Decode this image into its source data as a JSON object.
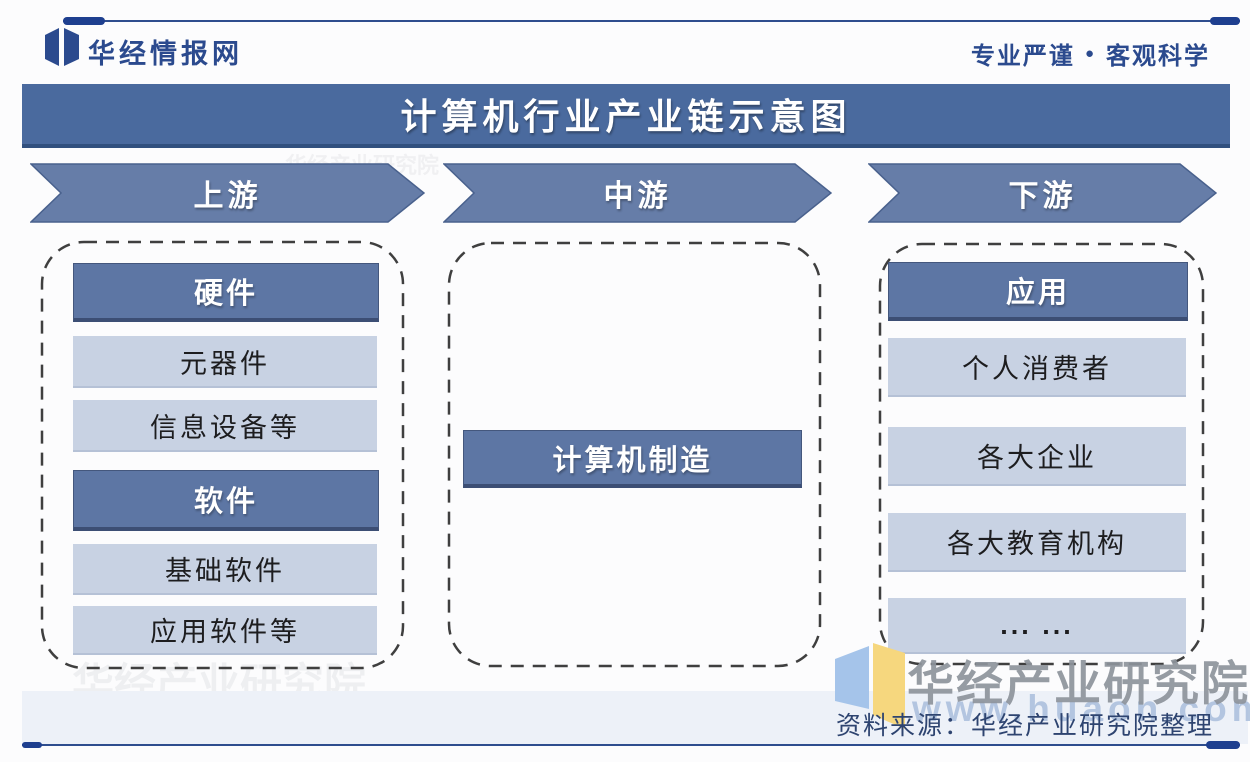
{
  "header": {
    "brand": "华经情报网",
    "slogan_left": "专业严谨",
    "separator": "●",
    "slogan_right": "客观科学"
  },
  "title": "计算机行业产业链示意图",
  "stages": [
    {
      "label": "上游"
    },
    {
      "label": "中游"
    },
    {
      "label": "下游"
    }
  ],
  "chain": {
    "upstream": {
      "items": [
        {
          "label": "硬件",
          "style": "header"
        },
        {
          "label": "元器件",
          "style": "item"
        },
        {
          "label": "信息设备等",
          "style": "item"
        },
        {
          "label": "软件",
          "style": "header"
        },
        {
          "label": "基础软件",
          "style": "item"
        },
        {
          "label": "应用软件等",
          "style": "item"
        }
      ]
    },
    "midstream": {
      "items": [
        {
          "label": "计算机制造",
          "style": "header"
        }
      ]
    },
    "downstream": {
      "items": [
        {
          "label": "应用",
          "style": "header"
        },
        {
          "label": "个人消费者",
          "style": "item"
        },
        {
          "label": "各大企业",
          "style": "item"
        },
        {
          "label": "各大教育机构",
          "style": "item"
        },
        {
          "label": "... ...",
          "style": "item"
        }
      ]
    }
  },
  "watermark": {
    "brand": "华经产业研究院",
    "url": "www.huaon.com"
  },
  "footer": {
    "source": "资料来源：华经产业研究院整理"
  },
  "colors": {
    "navy": "#2b4a8e",
    "title_bar": "#4a6a9e",
    "stage_arrow": "#667da8",
    "bar_dark": "#5d76a4",
    "bar_light": "#c8d2e3",
    "footer_band": "#edf1f8",
    "rule": "#2e4d8e",
    "watermark_gray": "#8e949c",
    "watermark_blue": "#a9bedc",
    "logo_blue": "#a5c4ea",
    "logo_yellow": "#f6d77e"
  }
}
